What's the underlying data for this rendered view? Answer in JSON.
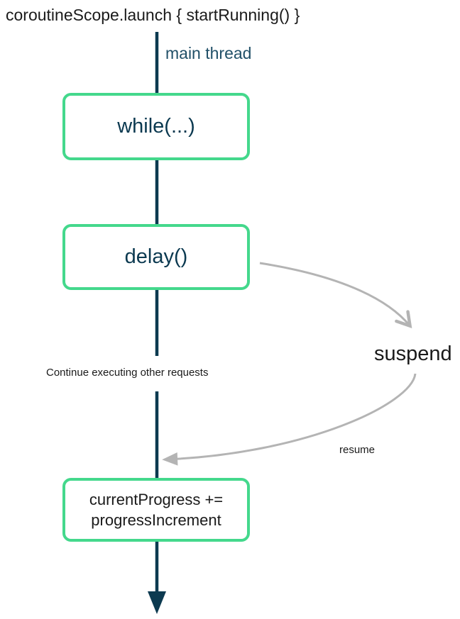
{
  "title": "coroutineScope.launch { startRunning() }",
  "thread": {
    "label": "main thread"
  },
  "boxes": {
    "while": {
      "label": "while(...)"
    },
    "delay": {
      "label": "delay()"
    },
    "progress": {
      "label": "currentProgress += progressIncrement"
    }
  },
  "annotations": {
    "continue": "Continue executing other requests",
    "suspend": "suspend",
    "resume": "resume"
  },
  "colors": {
    "box_border_green": "#44d88c",
    "thread_line": "#0c3a50",
    "box_text_navy": "#0b3950",
    "thread_label": "#215068",
    "arrow_gray": "#b4b4b4",
    "text_dark": "#1a1a1a"
  }
}
